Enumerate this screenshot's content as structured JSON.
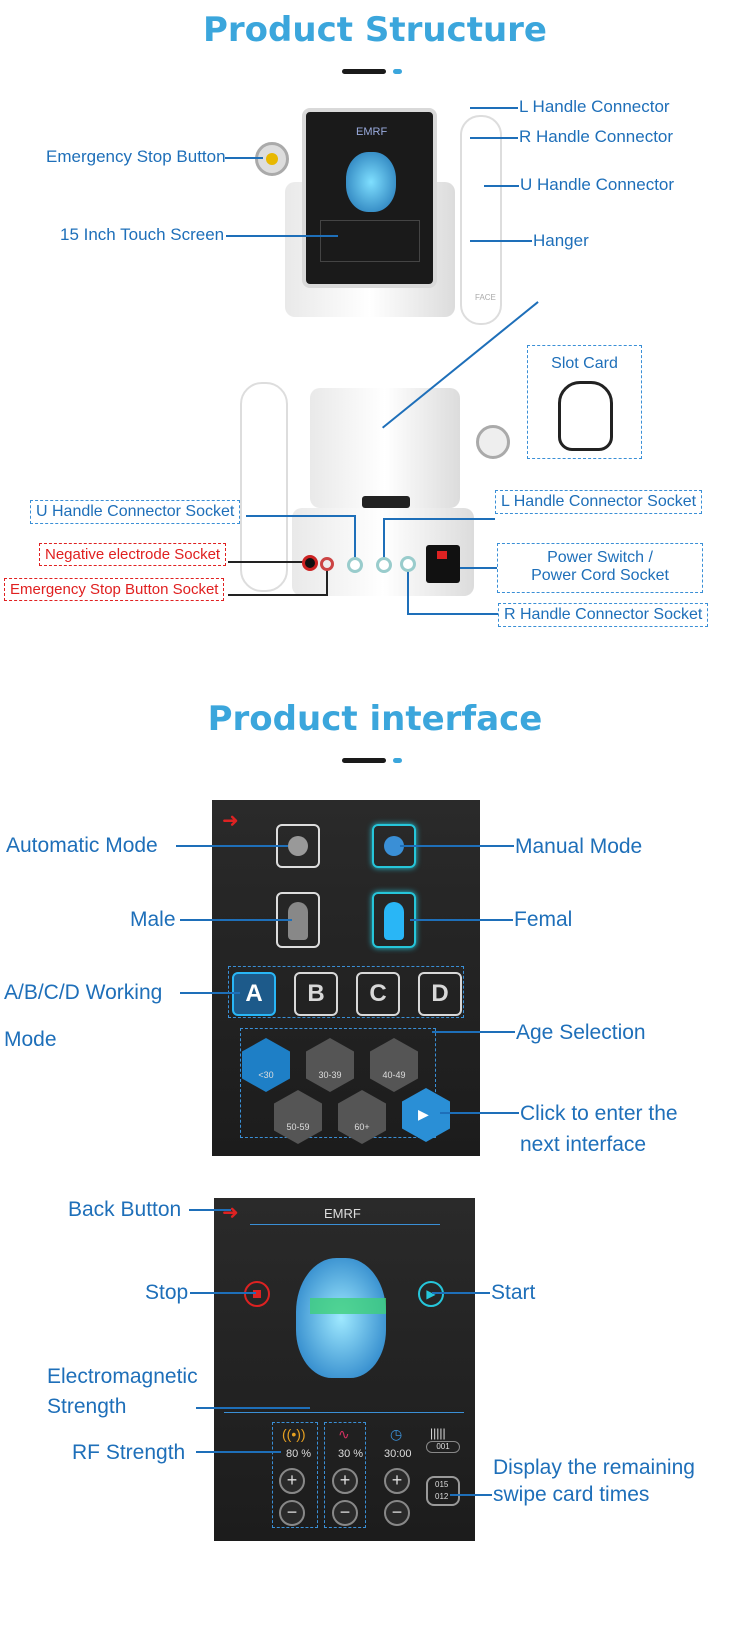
{
  "structure": {
    "title": "Product Structure",
    "top_labels": {
      "l_handle": "L Handle Connector",
      "r_handle": "R Handle Connector",
      "emergency": "Emergency Stop Button",
      "u_handle": "U Handle Connector",
      "touch_screen": "15 Inch Touch Screen",
      "hanger": "Hanger"
    },
    "screen_brand": "EMRF",
    "slot_card": "Slot Card",
    "rear_labels": {
      "u_socket": "U Handle Connector Socket",
      "l_socket": "L Handle Connector Socket",
      "negative": "Negative electrode Socket",
      "emergency_socket": "Emergency Stop Button Socket",
      "power_line1": "Power Switch /",
      "power_line2": "Power Cord Socket",
      "r_socket": "R Handle Connector Socket"
    },
    "face_mark": "FACE"
  },
  "interface": {
    "title": "Product interface",
    "labels": {
      "automatic": "Automatic Mode",
      "manual": "Manual Mode",
      "male": "Male",
      "femal": "Femal",
      "working_line1": "A/B/C/D Working",
      "working_line2": "Mode",
      "age": "Age Selection",
      "next_line1": "Click to enter the",
      "next_line2": "next interface"
    },
    "letters": [
      "A",
      "B",
      "C",
      "D"
    ],
    "ages": [
      "<30",
      "30-39",
      "40-49",
      "50-59",
      "60+"
    ]
  },
  "screen2": {
    "brand": "EMRF",
    "labels": {
      "back": "Back Button",
      "stop": "Stop",
      "start": "Start",
      "em_line1": "Electromagnetic",
      "em_line2": "Strength",
      "rf": "RF Strength",
      "remain_line1": "Display the remaining",
      "remain_line2": "swipe card times"
    },
    "rf_value": "80 %",
    "em_value": "30 %",
    "time_value": "30:00",
    "card_top": "001",
    "card_a": "015",
    "card_b": "012"
  },
  "colors": {
    "title": "#3ba6dc",
    "label": "#1e6fb9",
    "warning": "#e02020",
    "accent": "#26c6da"
  }
}
